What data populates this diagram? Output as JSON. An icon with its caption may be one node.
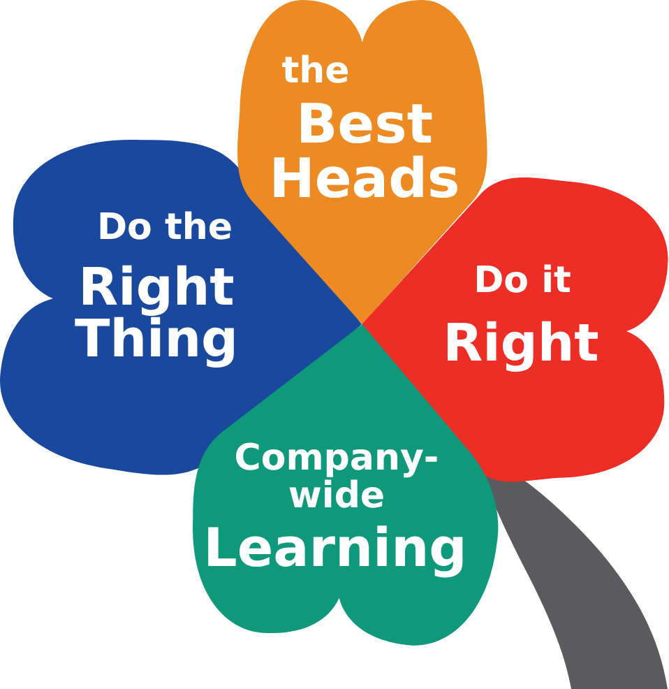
{
  "diagram": {
    "nodes": [
      {
        "text": [
          "the",
          "Best Heads"
        ]
      },
      {
        "text": [
          "Do the",
          "Right Thing"
        ]
      },
      {
        "text": [
          "Do it",
          "Right"
        ]
      },
      {
        "text": [
          "Company-wide",
          "Learning"
        ]
      },
      {
        "text": [],
        "shape": "stem"
      }
    ]
  }
}
